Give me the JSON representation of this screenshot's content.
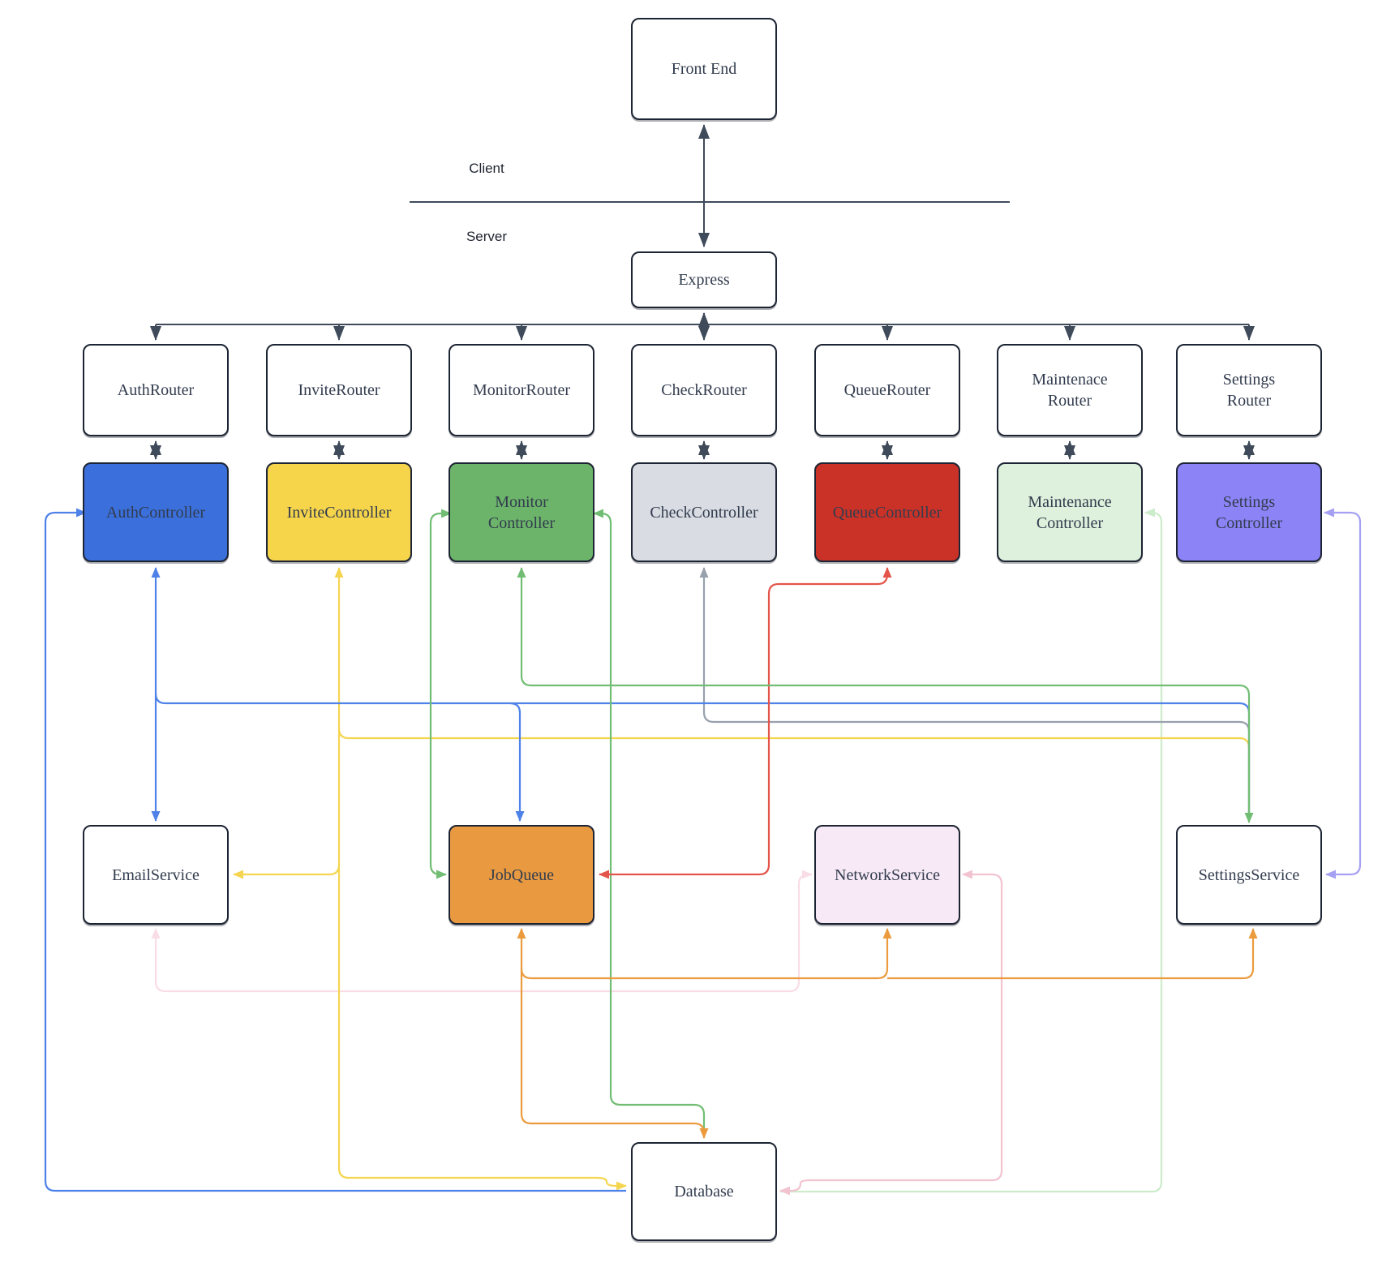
{
  "labels": {
    "client": "Client",
    "server": "Server"
  },
  "palette": {
    "dark": "#3f4a5a",
    "blue": "#4f82e8",
    "yellow": "#f5d54f",
    "green": "#72bd74",
    "gray": "#97a0ac",
    "red": "#e4544a",
    "orange": "#eb9b3e",
    "palegreen": "#cdeccb",
    "pink": "#f2c3d0",
    "pinklight": "#f9dde6",
    "purple": "#a6a0f2"
  },
  "nodes": [
    {
      "id": "front-end",
      "label": "Front End",
      "fill": "#ffffff"
    },
    {
      "id": "express",
      "label": "Express",
      "fill": "#ffffff"
    },
    {
      "id": "auth-router",
      "label": "AuthRouter",
      "fill": "#ffffff"
    },
    {
      "id": "invite-router",
      "label": "InviteRouter",
      "fill": "#ffffff"
    },
    {
      "id": "monitor-router",
      "label": "MonitorRouter",
      "fill": "#ffffff"
    },
    {
      "id": "check-router",
      "label": "CheckRouter",
      "fill": "#ffffff"
    },
    {
      "id": "queue-router",
      "label": "QueueRouter",
      "fill": "#ffffff"
    },
    {
      "id": "maintenance-router",
      "label": "Maintenace\nRouter",
      "fill": "#ffffff"
    },
    {
      "id": "settings-router",
      "label": "Settings\nRouter",
      "fill": "#ffffff"
    },
    {
      "id": "auth-controller",
      "label": "AuthController",
      "fill": "#3b70dc"
    },
    {
      "id": "invite-controller",
      "label": "InviteController",
      "fill": "#f6d54b"
    },
    {
      "id": "monitor-controller",
      "label": "Monitor\nController",
      "fill": "#6cb46a"
    },
    {
      "id": "check-controller",
      "label": "CheckController",
      "fill": "#d9dce2"
    },
    {
      "id": "queue-controller",
      "label": "QueueController",
      "fill": "#cb3227"
    },
    {
      "id": "maintenance-controller",
      "label": "Maintenance\nController",
      "fill": "#ddf1dc"
    },
    {
      "id": "settings-controller",
      "label": "Settings\nController",
      "fill": "#8c83f6"
    },
    {
      "id": "email-service",
      "label": "EmailService",
      "fill": "#ffffff"
    },
    {
      "id": "job-queue",
      "label": "JobQueue",
      "fill": "#e99a41"
    },
    {
      "id": "network-service",
      "label": "NetworkService",
      "fill": "#f8e9f6"
    },
    {
      "id": "settings-service",
      "label": "SettingsService",
      "fill": "#ffffff"
    },
    {
      "id": "database",
      "label": "Database",
      "fill": "#ffffff"
    }
  ],
  "edges": [
    {
      "id": "fe_express",
      "from": "front-end",
      "to": "express",
      "color": "dark"
    },
    {
      "id": "express_bus_up",
      "from": "bus",
      "to": "express",
      "color": "dark"
    },
    {
      "id": "bus_h",
      "from": "express",
      "to": "routers",
      "color": "dark"
    },
    {
      "id": "drop_auth",
      "from": "express",
      "to": "auth-router",
      "color": "dark"
    },
    {
      "id": "drop_invite",
      "from": "express",
      "to": "invite-router",
      "color": "dark"
    },
    {
      "id": "drop_monitor",
      "from": "express",
      "to": "monitor-router",
      "color": "dark"
    },
    {
      "id": "drop_check",
      "from": "express",
      "to": "check-router",
      "color": "dark"
    },
    {
      "id": "drop_queue",
      "from": "express",
      "to": "queue-router",
      "color": "dark"
    },
    {
      "id": "drop_maint",
      "from": "express",
      "to": "maintenance-router",
      "color": "dark"
    },
    {
      "id": "drop_settings",
      "from": "express",
      "to": "settings-router",
      "color": "dark"
    },
    {
      "id": "rc_auth",
      "from": "auth-router",
      "to": "auth-controller",
      "color": "dark"
    },
    {
      "id": "rc_invite",
      "from": "invite-router",
      "to": "invite-controller",
      "color": "dark"
    },
    {
      "id": "rc_monitor",
      "from": "monitor-router",
      "to": "monitor-controller",
      "color": "dark"
    },
    {
      "id": "rc_check",
      "from": "check-router",
      "to": "check-controller",
      "color": "dark"
    },
    {
      "id": "rc_queue",
      "from": "queue-router",
      "to": "queue-controller",
      "color": "dark"
    },
    {
      "id": "rc_maint",
      "from": "maintenance-router",
      "to": "maintenance-controller",
      "color": "dark"
    },
    {
      "id": "rc_settings",
      "from": "settings-router",
      "to": "settings-controller",
      "color": "dark"
    },
    {
      "id": "auth_email",
      "from": "auth-controller",
      "to": "email-service",
      "color": "blue"
    },
    {
      "id": "auth_jq",
      "from": "auth-controller",
      "to": "job-queue",
      "color": "blue"
    },
    {
      "id": "auth_ss",
      "from": "auth-controller",
      "to": "settings-service",
      "color": "blue"
    },
    {
      "id": "auth_db",
      "from": "auth-controller",
      "to": "database",
      "color": "blue"
    },
    {
      "id": "invite_db",
      "from": "invite-controller",
      "to": "database",
      "color": "yellow"
    },
    {
      "id": "invite_email",
      "from": "invite-controller",
      "to": "email-service",
      "color": "yellow"
    },
    {
      "id": "invite_ss",
      "from": "invite-controller",
      "to": "settings-service",
      "color": "yellow"
    },
    {
      "id": "monitor_jq",
      "from": "monitor-controller",
      "to": "job-queue",
      "color": "green"
    },
    {
      "id": "monitor_ss",
      "from": "monitor-controller",
      "to": "settings-service",
      "color": "green"
    },
    {
      "id": "monitor_db",
      "from": "monitor-controller",
      "to": "database",
      "color": "green"
    },
    {
      "id": "check_ss",
      "from": "check-controller",
      "to": "settings-service",
      "color": "gray"
    },
    {
      "id": "queue_jq",
      "from": "queue-controller",
      "to": "job-queue",
      "color": "red"
    },
    {
      "id": "maint_db",
      "from": "maintenance-controller",
      "to": "database",
      "color": "palegreen"
    },
    {
      "id": "settings_ss",
      "from": "settings-controller",
      "to": "settings-service",
      "color": "purple"
    },
    {
      "id": "jq_db",
      "from": "job-queue",
      "to": "database",
      "color": "orange"
    },
    {
      "id": "jq_ns",
      "from": "job-queue",
      "to": "network-service",
      "color": "orange"
    },
    {
      "id": "jq_ss",
      "from": "job-queue",
      "to": "settings-service",
      "color": "orange"
    },
    {
      "id": "ns_email",
      "from": "network-service",
      "to": "email-service",
      "color": "pinklight"
    },
    {
      "id": "ns_db",
      "from": "network-service",
      "to": "database",
      "color": "pink"
    }
  ]
}
